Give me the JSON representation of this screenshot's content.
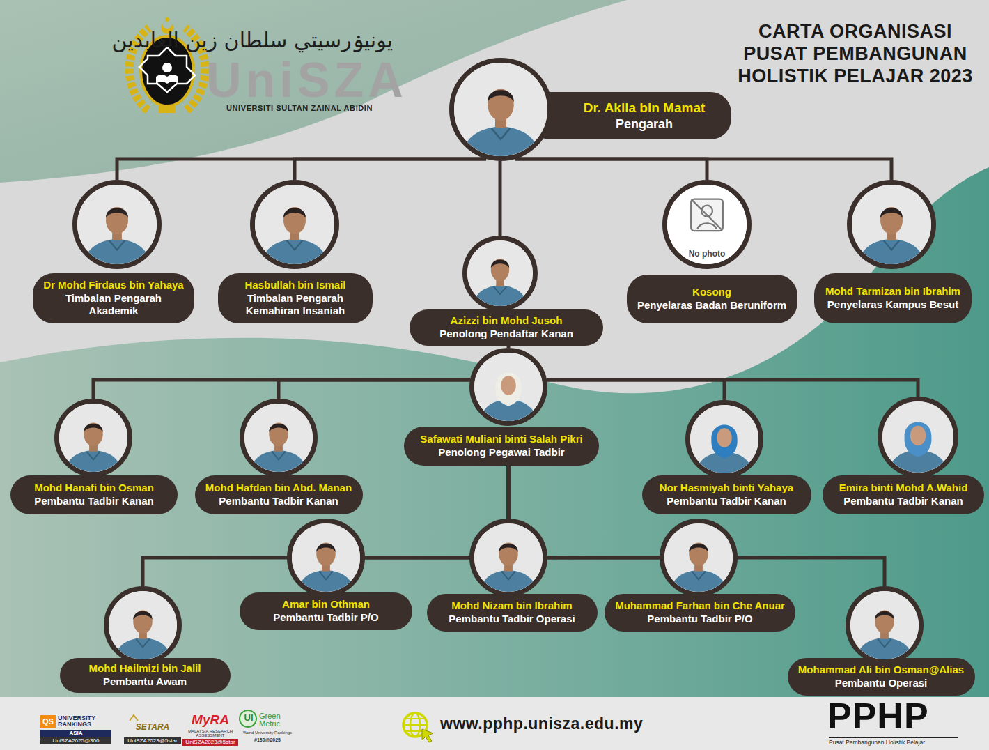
{
  "diagram": {
    "title": "CARTA ORGANISASI PUSAT PEMBANGUNAN HOLISTIK PELAJAR 2023",
    "nodes": [
      {
        "text": [
          "Dr. Akila bin Mamat",
          "Pengarah"
        ]
      },
      {
        "text": [
          "Dr Mohd Firdaus bin Yahaya",
          "Timbalan Pengarah Akademik"
        ]
      },
      {
        "text": [
          "Hasbullah bin Ismail",
          "Timbalan Pengarah Kemahiran Insaniah"
        ]
      },
      {
        "text": [
          "Azizzi bin Mohd Jusoh",
          "Penolong Pendaftar Kanan"
        ]
      },
      {
        "text": [
          "Kosong",
          "Penyelaras Badan Beruniform"
        ]
      },
      {
        "text": [
          "Mohd Tarmizan bin Ibrahim",
          "Penyelaras Kampus Besut"
        ]
      },
      {
        "text": [
          "Safawati Muliani binti Salah Pikri",
          "Penolong Pegawai Tadbir"
        ]
      },
      {
        "text": [
          "Mohd Hanafi bin Osman",
          "Pembantu Tadbir Kanan"
        ]
      },
      {
        "text": [
          "Mohd Hafdan bin Abd. Manan",
          "Pembantu Tadbir Kanan"
        ]
      },
      {
        "text": [
          "Nor Hasmiyah binti Yahaya",
          "Pembantu Tadbir Kanan"
        ]
      },
      {
        "text": [
          "Emira binti Mohd A.Wahid",
          "Pembantu Tadbir Kanan"
        ]
      },
      {
        "text": [
          "Amar bin Othman",
          "Pembantu Tadbir P/O"
        ]
      },
      {
        "text": [
          "Mohd Nizam bin Ibrahim",
          "Pembantu Tadbir Operasi"
        ]
      },
      {
        "text": [
          "Muhammad Farhan bin Che Anuar",
          "Pembantu Tadbir P/O"
        ]
      },
      {
        "text": [
          "Mohd Hailmizi bin Jalil",
          "Pembantu Awam"
        ]
      },
      {
        "text": [
          "Mohammad Ali bin Osman@Alias",
          "Pembantu Operasi"
        ]
      }
    ],
    "edges": [
      {
        "from": 0,
        "to": 1,
        "arrow": "none"
      },
      {
        "from": 0,
        "to": 2,
        "arrow": "none"
      },
      {
        "from": 0,
        "to": 3,
        "arrow": "none"
      },
      {
        "from": 0,
        "to": 4,
        "arrow": "none"
      },
      {
        "from": 0,
        "to": 5,
        "arrow": "none"
      },
      {
        "from": 3,
        "to": 6,
        "arrow": "none"
      },
      {
        "from": 6,
        "to": 7,
        "arrow": "none"
      },
      {
        "from": 6,
        "to": 8,
        "arrow": "none"
      },
      {
        "from": 6,
        "to": 9,
        "arrow": "none"
      },
      {
        "from": 6,
        "to": 10,
        "arrow": "none"
      },
      {
        "from": 6,
        "to": 11,
        "arrow": "none"
      },
      {
        "from": 6,
        "to": 12,
        "arrow": "none"
      },
      {
        "from": 6,
        "to": 13,
        "arrow": "none"
      },
      {
        "from": 6,
        "to": 14,
        "arrow": "none"
      },
      {
        "from": 6,
        "to": 15,
        "arrow": "none"
      }
    ],
    "labels": [
      "يونيۏرسيتي سلطان زين العابدين",
      "UniSZA",
      "UNIVERSITI SULTAN ZAINAL ABIDIN",
      "No photo",
      "QS",
      "UNIVERSITY RANKINGS",
      "ASIA",
      "UniSZA2025@300",
      "SETARA",
      "UniSZA2023@5star",
      "MyRA",
      "MALAYSIA RESEARCH ASSESSMENT",
      "UniSZA2023@5star",
      "UI",
      "Green Metric",
      "World University Rankings",
      "#150@2025",
      "www.pphp.unisza.edu.my",
      "PPHP",
      "Pusat Pembangunan Holistik Pelajar"
    ]
  }
}
